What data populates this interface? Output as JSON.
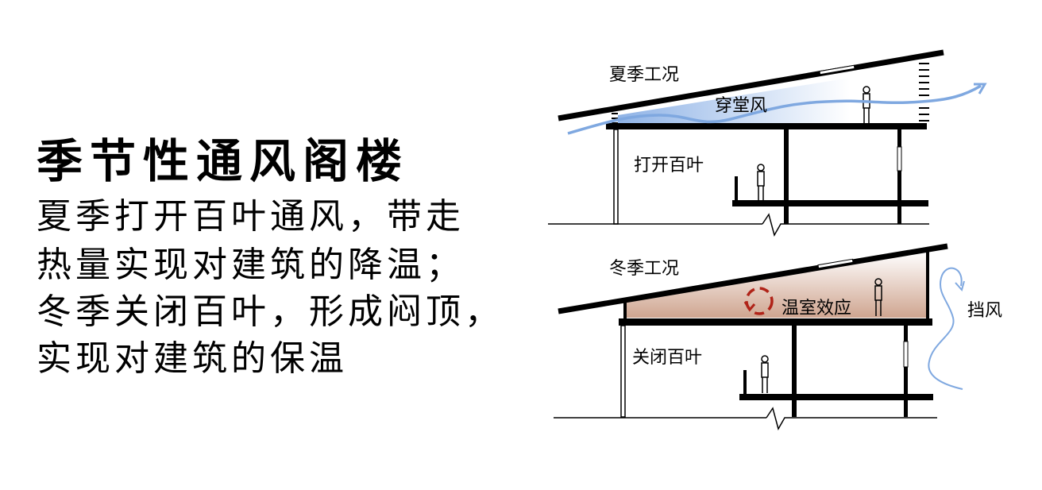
{
  "title": "季节性通风阁楼",
  "description_lines": [
    "夏季打开百叶通风，带走",
    "热量实现对建筑的降温；",
    "冬季关闭百叶，形成闷顶，",
    "实现对建筑的保温"
  ],
  "summer": {
    "label": "夏季工况",
    "airflow_label": "穿堂风",
    "louver_label": "打开百叶",
    "airflow_color": "#7fa8e0"
  },
  "winter": {
    "label": "冬季工况",
    "effect_label": "温室效应",
    "louver_label": "关闭百叶",
    "wind_label": "挡风",
    "effect_color": "#b02318",
    "attic_color": "#c9a08a",
    "wind_color": "#7fa8e0"
  }
}
